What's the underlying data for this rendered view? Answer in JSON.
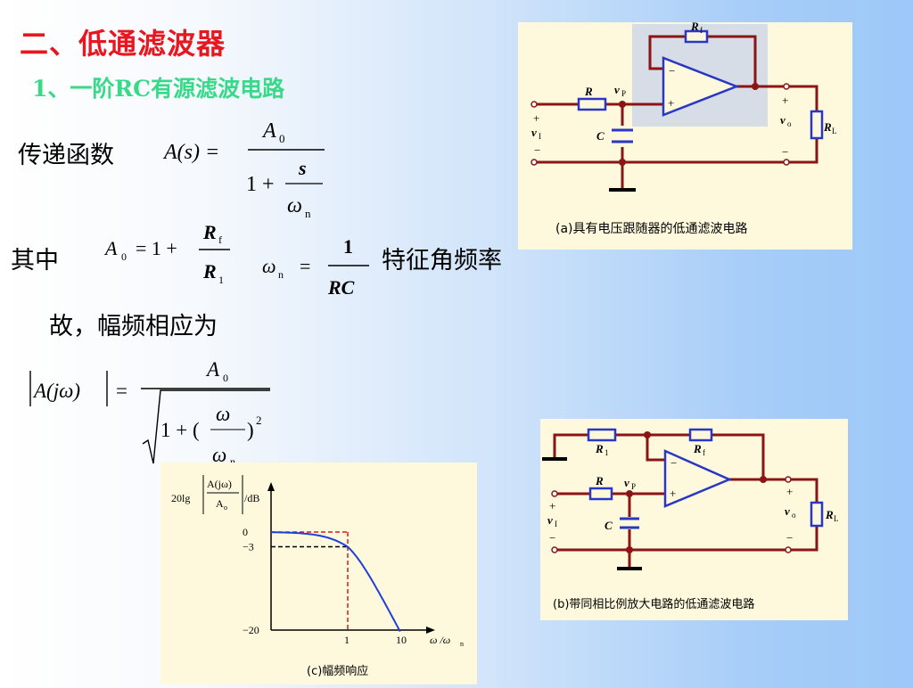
{
  "heading": {
    "title": "二、低通滤波器",
    "subtitle": "1、一阶RC有源滤波电路"
  },
  "formulas": {
    "transfer_label": "传递函数",
    "tf_lhs": "A(s) =",
    "tf_num": "A",
    "tf_num_sub": "0",
    "tf_den_one": "1 +",
    "tf_den_top": "s",
    "tf_den_bottom": "ω",
    "tf_den_bottom_sub": "n",
    "where_label": "其中",
    "a0_lhs": "A",
    "a0_lhs_sub": "0",
    "a0_eq": "= 1 +",
    "a0_num": "R",
    "a0_num_sub": "f",
    "a0_den": "R",
    "a0_den_sub": "1",
    "wn_lhs": "ω",
    "wn_lhs_sub": "n",
    "wn_eq": "=",
    "wn_num": "1",
    "wn_den": "RC",
    "wn_label": "特征角频率",
    "amp_label": "故，幅频相应为",
    "amp_lhs": "A(jω)",
    "amp_eq": "=",
    "amp_num": "A",
    "amp_num_sub": "0",
    "amp_den_one": "1 + (",
    "amp_den_top": "ω",
    "amp_den_bottom": "ω",
    "amp_den_bottom_sub": "n",
    "amp_den_close": ")",
    "amp_den_exp": "2"
  },
  "figure_a": {
    "caption": "(a)具有电压跟随器的低通滤波电路",
    "labels": {
      "rf": "R",
      "rf_sub": "f",
      "r": "R",
      "vp": "v",
      "vp_sub": "P",
      "vi": "v",
      "vi_sub": "I",
      "c": "C",
      "vo": "v",
      "vo_sub": "o",
      "rl": "R",
      "rl_sub": "L",
      "plus": "+",
      "minus": "−"
    }
  },
  "figure_b": {
    "caption": "(b)带同相比例放大电路的低通滤波电路",
    "labels": {
      "r1": "R",
      "r1_sub": "1",
      "rf": "R",
      "rf_sub": "f",
      "r": "R",
      "vp": "v",
      "vp_sub": "P",
      "vi": "v",
      "vi_sub": "I",
      "c": "C",
      "vo": "v",
      "vo_sub": "o",
      "rl": "R",
      "rl_sub": "L",
      "plus": "+",
      "minus": "−"
    }
  },
  "figure_c": {
    "caption": "(c)幅频响应",
    "ylabel_prefix": "20lg",
    "ylabel_num": "A(jω)",
    "ylabel_den": "A",
    "ylabel_den_sub": "o",
    "ylabel_unit": "/dB",
    "xlabel": "ω /ω",
    "xlabel_sub": "n",
    "y_ticks": [
      "0",
      "−3",
      "−20"
    ],
    "x_ticks": [
      "1",
      "10"
    ],
    "colors": {
      "curve": "#1f3fd8",
      "guide": "#d41c1c",
      "axis": "#000000"
    }
  },
  "colors": {
    "title": "#e8161e",
    "subtitle": "#39d98a",
    "wire": "#8b1414",
    "component": "#2a36c4",
    "figure_bg": "#fef9dd",
    "opamp_box": "#d6dde6"
  }
}
